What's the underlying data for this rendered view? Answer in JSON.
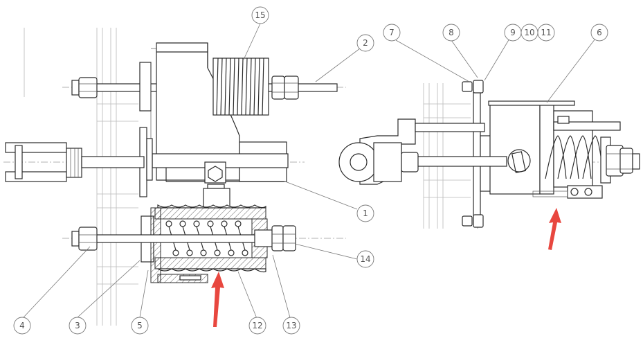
{
  "callouts": {
    "c1": "1",
    "c2": "2",
    "c3": "3",
    "c4": "4",
    "c5": "5",
    "c6": "6",
    "c7": "7",
    "c8": "8",
    "c9": "9",
    "c10": "10",
    "c11": "11",
    "c12": "12",
    "c13": "13",
    "c14": "14",
    "c15": "15"
  },
  "colors": {
    "line": "#2b2b2b",
    "highlight_arrow": "#e8473f"
  }
}
